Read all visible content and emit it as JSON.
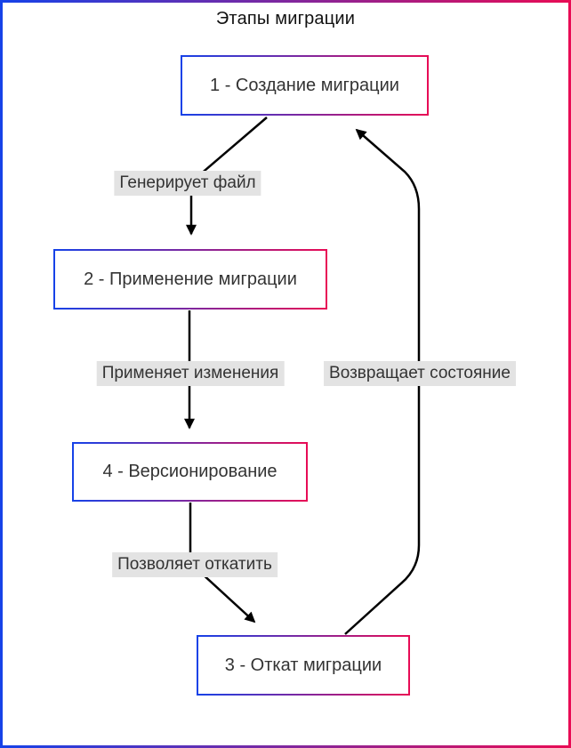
{
  "title": "Этапы миграции",
  "nodes": [
    {
      "label": "1 - Создание миграции"
    },
    {
      "label": "2 - Применение миграции"
    },
    {
      "label": "4 - Версионирование"
    },
    {
      "label": "3 - Откат миграции"
    }
  ],
  "edges": [
    {
      "from": "1 - Создание миграции",
      "to": "2 - Применение миграции",
      "label": "Генерирует файл"
    },
    {
      "from": "2 - Применение миграции",
      "to": "4 - Версионирование",
      "label": "Применяет изменения"
    },
    {
      "from": "4 - Версионирование",
      "to": "3 - Откат миграции",
      "label": "Позволяет откатить"
    },
    {
      "from": "3 - Откат миграции",
      "to": "1 - Создание миграции",
      "label": "Возвращает состояние"
    }
  ],
  "colors": {
    "gradient_start": "#1642e8",
    "gradient_end": "#e80c55",
    "edge_label_bg": "#e3e3e3",
    "node_bg": "#ffffff",
    "text": "#333333",
    "arrow": "#000000"
  }
}
